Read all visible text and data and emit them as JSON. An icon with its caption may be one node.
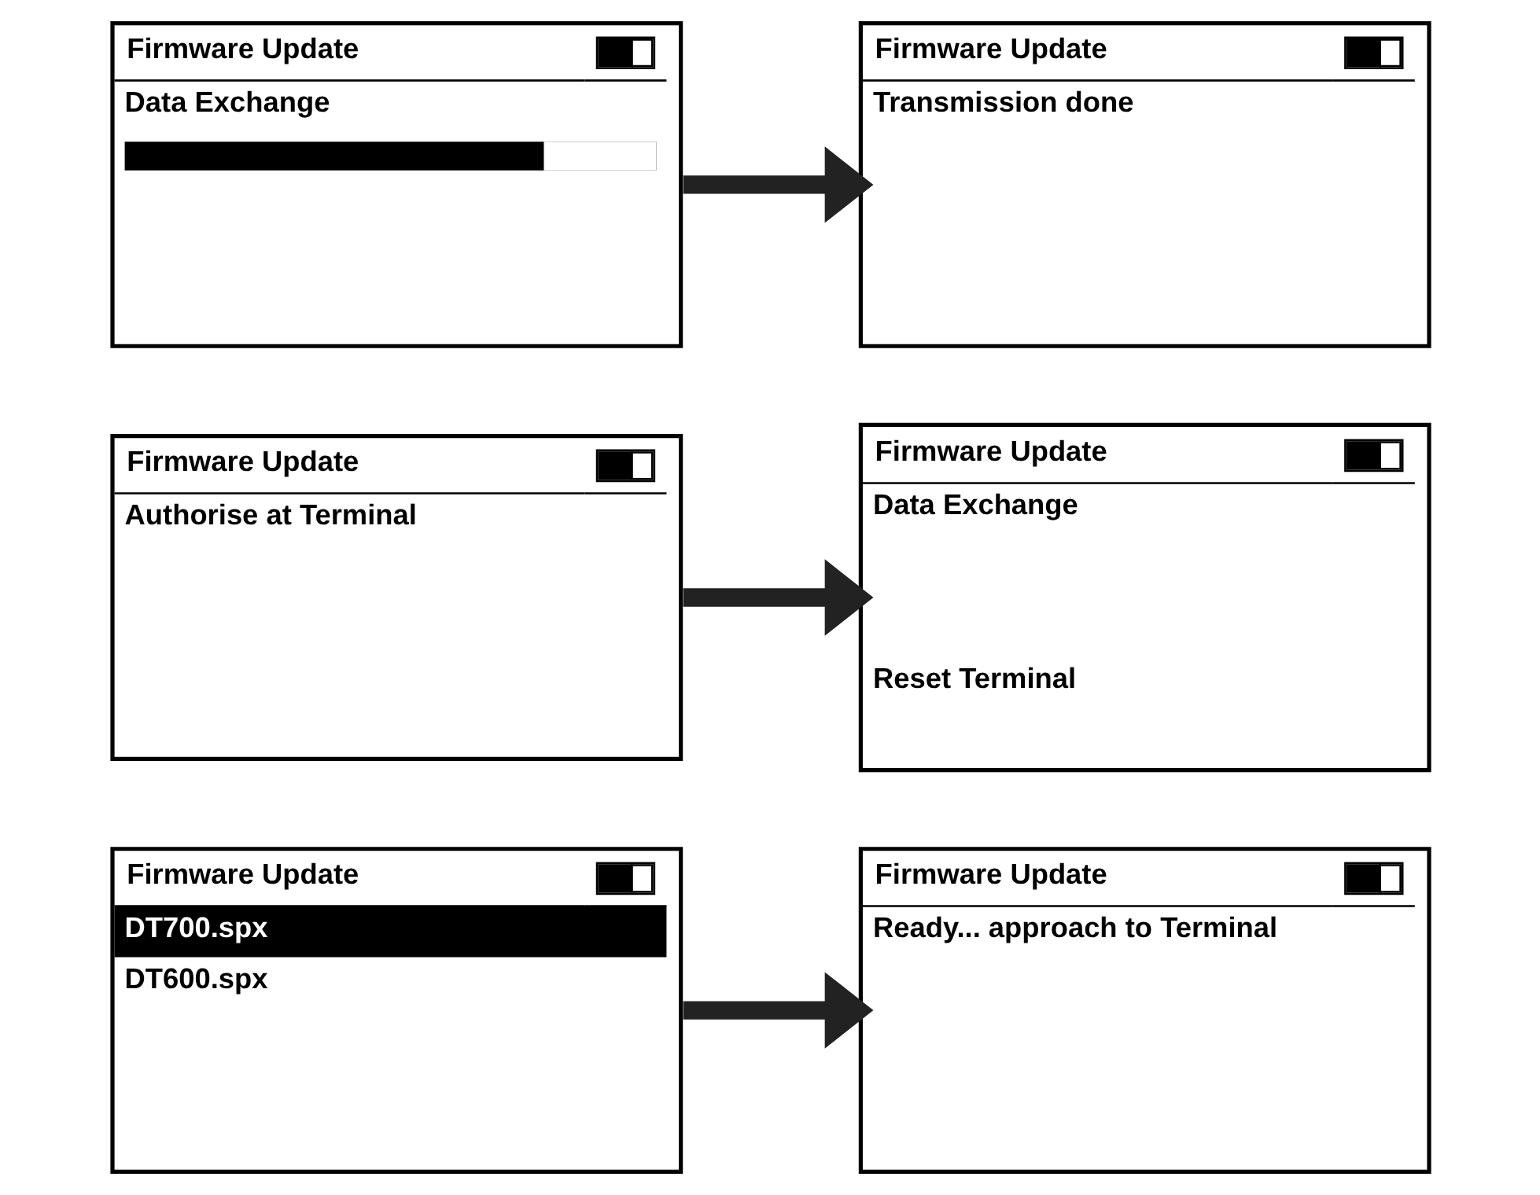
{
  "diagram": {
    "nodes": [
      {
        "text": [
          "Firmware Update",
          "DT700.spx",
          "DT600.spx"
        ]
      },
      {
        "text": [
          "Firmware Update",
          "Ready... approach to Terminal"
        ]
      },
      {
        "text": [
          "Firmware Update",
          "Authorise at Terminal"
        ]
      },
      {
        "text": [
          "Firmware Update",
          "Data Exchange",
          "Reset Terminal"
        ]
      },
      {
        "text": [
          "Firmware Update",
          "Data Exchange"
        ]
      },
      {
        "text": [
          "Firmware Update",
          "Transmission done"
        ]
      }
    ],
    "edges": [
      {
        "from": 0,
        "to": 1,
        "arrow": "to"
      },
      {
        "from": 2,
        "to": 3,
        "arrow": "to"
      },
      {
        "from": 4,
        "to": 5,
        "arrow": "to"
      }
    ]
  }
}
